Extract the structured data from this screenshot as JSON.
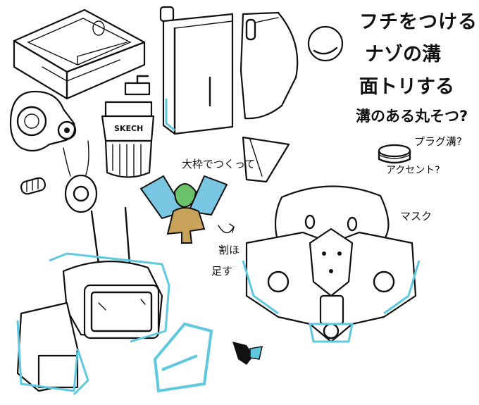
{
  "notes": {
    "line1": "フチをつける",
    "line2": "ナゾの溝",
    "line3": "面トリする",
    "line4": "溝のある丸そつ?",
    "plug": "プラグ溝?",
    "accent": "アクセント?",
    "waku": "大枠でつくって",
    "kazari1": "割ほ",
    "kazari2": "足す",
    "mask": "マスク",
    "grinder_label": "SKECH"
  },
  "colors": {
    "ink": "#111111",
    "cyan_accent": "#5ec8df",
    "blue_shape": "#79c6e3",
    "green_shape": "#6cc26a",
    "tan_shape": "#c9a25a"
  }
}
